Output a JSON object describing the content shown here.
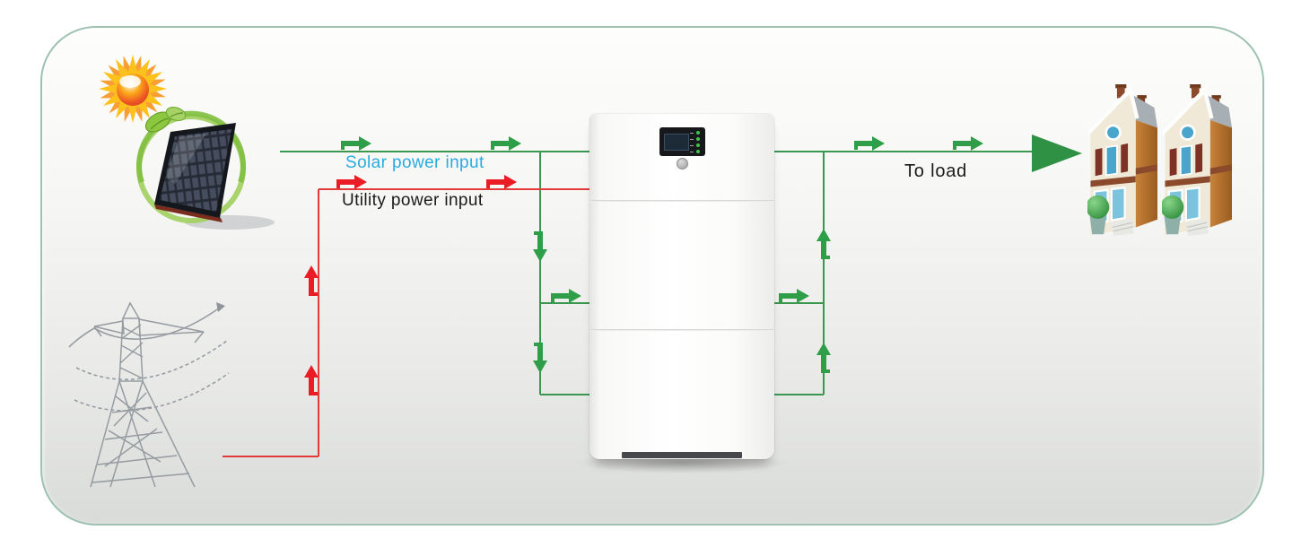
{
  "diagram": {
    "flow_labels": {
      "solar": {
        "text": "Solar power input"
      },
      "utility": {
        "text": "Utility power input"
      },
      "load": {
        "text": "To load"
      }
    },
    "colors": {
      "solar_flow": "#3a9750",
      "arrow_green": "#2f9e48",
      "arrow_green_dark": "#2e9143",
      "utility_flow": "#e23b38",
      "arrow_red": "#ea1c24",
      "label_solar": "#29abe2",
      "label_dark": "#1a1a1a",
      "panel_border": "#9dc2b2"
    },
    "icons": {
      "sun": "sun-icon",
      "solar_panel": "solar-panel-icon",
      "utility_tower": "utility-tower-icon",
      "storage_unit": "battery-inverter-unit",
      "houses": "houses-icon"
    },
    "unit": {
      "status_led_count": 4
    }
  }
}
